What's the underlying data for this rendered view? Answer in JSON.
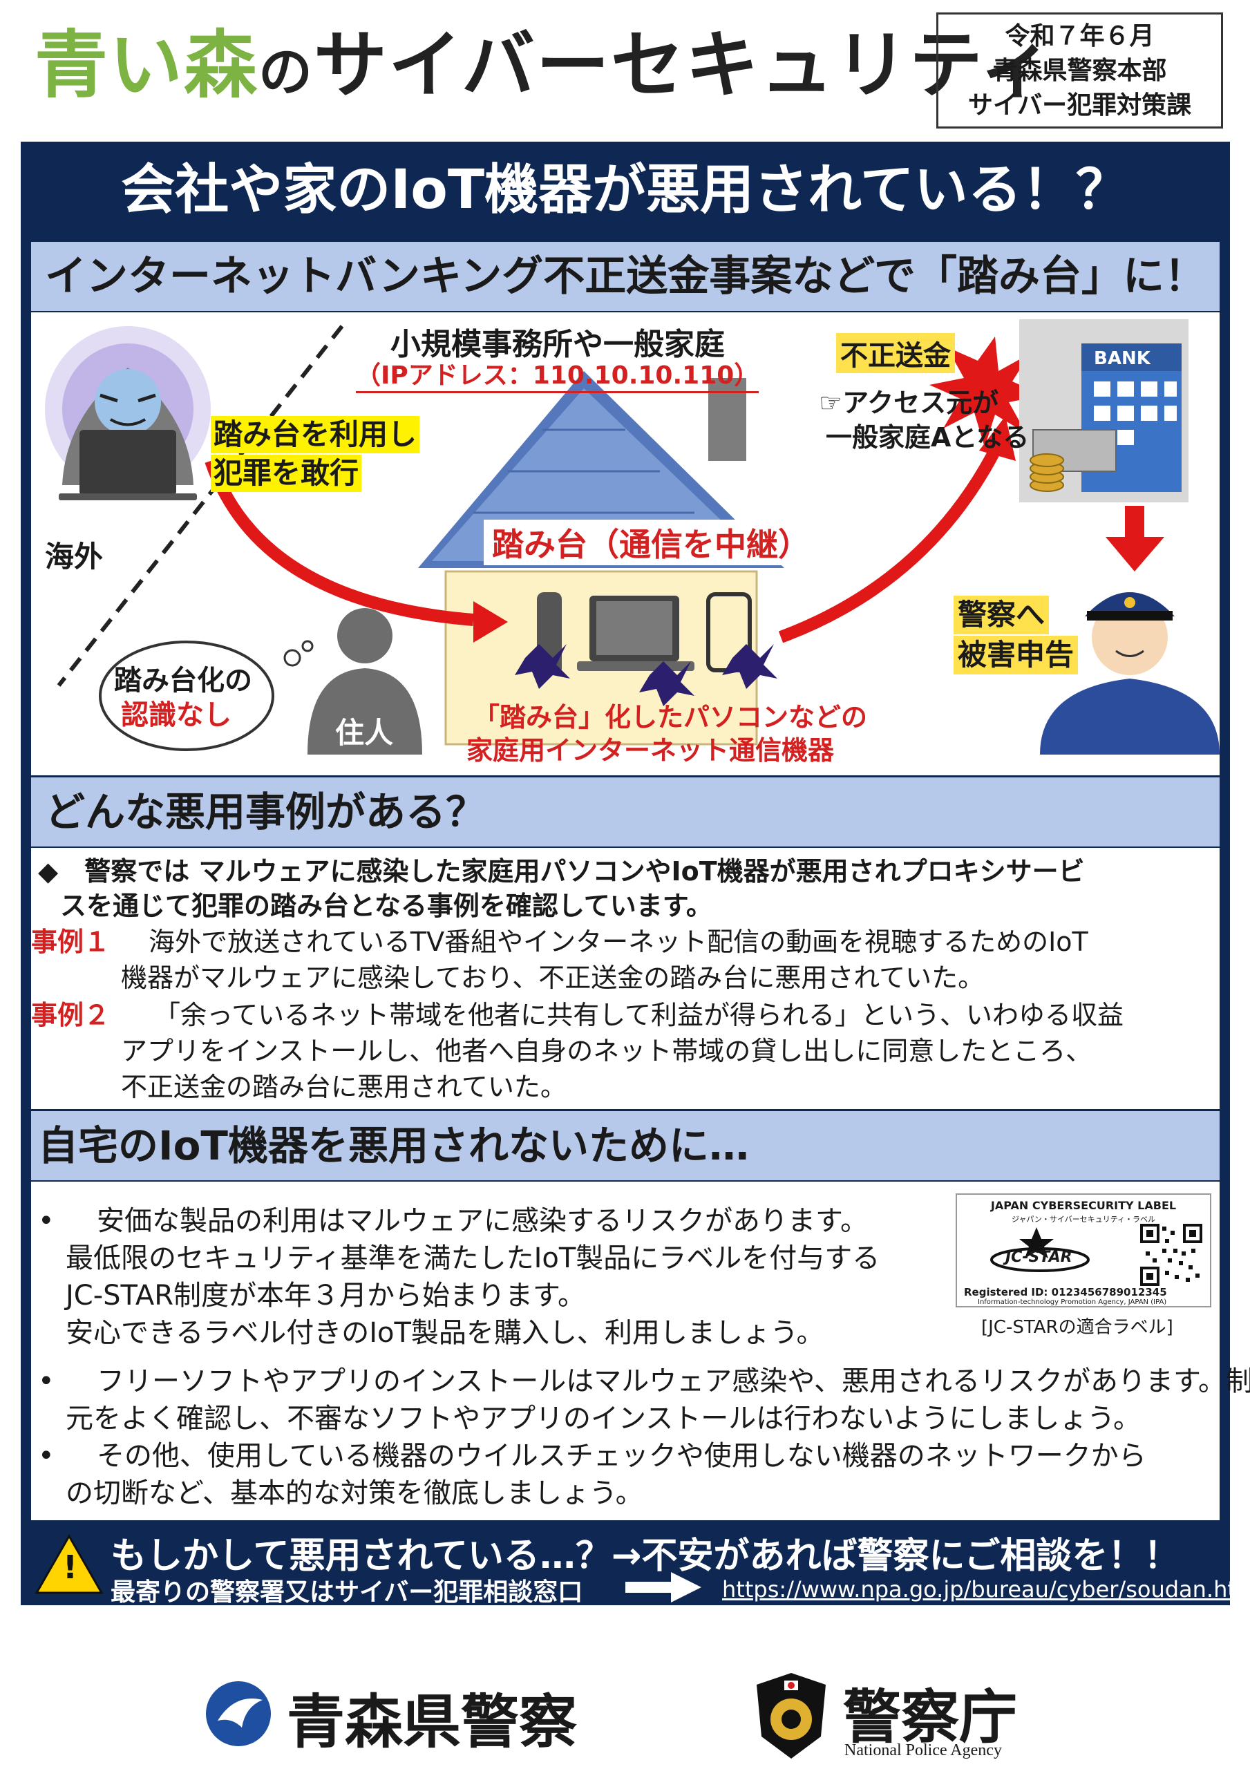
{
  "header": {
    "title_green_1": "青い森",
    "title_connector": "の",
    "title_main": "サイバーセキュリティ",
    "date": "令和７年６月",
    "org_1": "青森県警察本部",
    "org_2": "サイバー犯罪対策課"
  },
  "main_title": "会社や家のIoT機器が悪用されている！？",
  "section1": {
    "heading": "インターネットバンキング不正送金事案などで「踏み台」に！",
    "overseas": "海外",
    "crime_label_1": "踏み台を利用し",
    "crime_label_2": "犯罪を敢行",
    "house_title": "小規模事務所や一般家庭",
    "ip": "（IPアドレス：110.10.10.110）",
    "relay": "踏み台（通信を中継）",
    "fraud": "不正送金",
    "access_1": "☞アクセス元が",
    "access_2": "一般家庭Aとなる",
    "bank": "BANK",
    "report_1": "警察へ",
    "report_2": "被害申告",
    "unaware_1": "踏み台化の",
    "unaware_2": "認識なし",
    "resident": "住人",
    "devices_1": "「踏み台」化したパソコンなどの",
    "devices_2": "家庭用インターネット通信機器"
  },
  "section2": {
    "heading": "どんな悪用事例がある？",
    "intro_1": "◆　警察では マルウェアに感染した家庭用パソコンやIoT機器が悪用されプロキシサービ",
    "intro_2": "スを通じて犯罪の踏み台となる事例を確認しています。",
    "case1_label": "事例１",
    "case1_1": "海外で放送されているTV番組やインターネット配信の動画を視聴するためのIoT",
    "case1_2": "機器がマルウェアに感染しており、不正送金の踏み台に悪用されていた。",
    "case2_label": "事例２",
    "case2_1": "「余っているネット帯域を他者に共有して利益が得られる」という、いわゆる収益",
    "case2_2": "アプリをインストールし、他者へ自身のネット帯域の貸し出しに同意したところ、",
    "case2_3": "不正送金の踏み台に悪用されていた。"
  },
  "section3": {
    "heading": "自宅のIoT機器を悪用されないために…",
    "b1_1": "安価な製品の利用はマルウェアに感染するリスクがあります。",
    "b1_2": "最低限のセキュリティ基準を満たしたIoT製品にラベルを付与する",
    "b1_3": "JC-STAR制度が本年３月から始まります。",
    "b1_4": "安心できるラベル付きのIoT製品を購入し、利用しましょう。",
    "b2_1": "フリーソフトやアプリのインストールはマルウェア感染や、悪用されるリスクがあります。制作",
    "b2_2": "元をよく確認し、不審なソフトやアプリのインストールは行わないようにしましょう。",
    "b3_1": "その他、使用している機器のウイルスチェックや使用しない機器のネットワークから",
    "b3_2": "の切断など、基本的な対策を徹底しましょう。",
    "bullet_mark": "•",
    "label_en": "JAPAN CYBERSECURITY LABEL",
    "label_jp": "ジャパン・サイバーセキュリティ・ラベル",
    "label_mark": "JC-STAR",
    "label_id": "Registered ID: 0123456789012345",
    "label_org": "Information-technology Promotion Agency, JAPAN (IPA)",
    "label_caption": "[JC-STARの適合ラベル]"
  },
  "footer": {
    "warning": "もしかして悪用されている…？→不安があれば警察にご相談を！！",
    "sub": "最寄りの警察署又はサイバー犯罪相談窓口",
    "url": "https://www.npa.go.jp/bureau/cyber/soudan.html",
    "warn_mark": "!"
  },
  "logos": {
    "aomori": "青森県警察",
    "npa": "警察庁",
    "npa_en": "National Police Agency"
  },
  "colors": {
    "navy": "#0f2753",
    "bar": "#b7c9ea",
    "red": "#d32020",
    "green": "#7cb342",
    "yellow": "#fff200"
  }
}
